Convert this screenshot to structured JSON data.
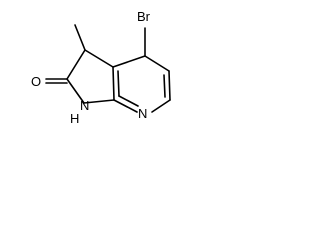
{
  "molecule": {
    "labels": {
      "bromine": "Br",
      "oxygen": "O",
      "nh": "NH",
      "h": "H",
      "n": "N"
    }
  },
  "colors": {
    "bond": "#000000",
    "text": "#000000",
    "background": "#ffffff"
  }
}
